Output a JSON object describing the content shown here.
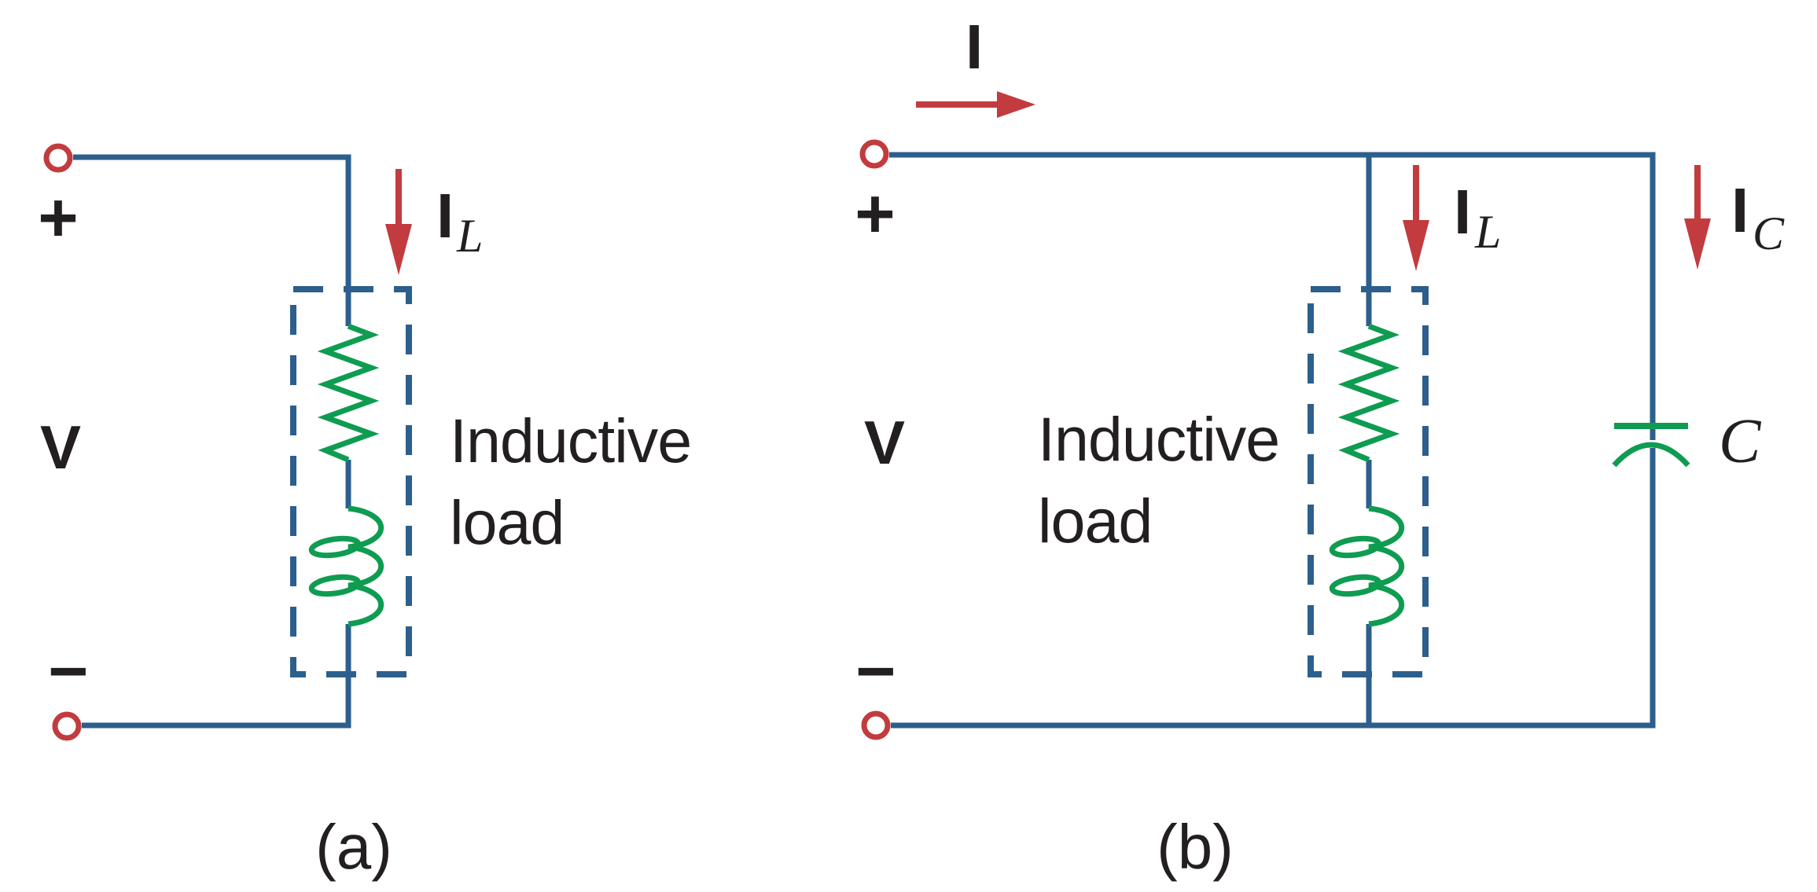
{
  "colors": {
    "wire": "#2C5F8D",
    "component": "#0E9C51",
    "arrow": "#C23B3E",
    "terminal": "#C23B3E",
    "text": "#231F20",
    "background": "#FFFFFF"
  },
  "circuit_a": {
    "caption": "(a)",
    "source_label": "V",
    "plus": "+",
    "minus": "−",
    "load_current_symbol": "I",
    "load_current_subscript": "L",
    "load_label_line1": "Inductive",
    "load_label_line2": "load"
  },
  "circuit_b": {
    "caption": "(b)",
    "source_label": "V",
    "plus": "+",
    "minus": "−",
    "supply_current_symbol": "I",
    "load_current_symbol": "I",
    "load_current_subscript": "L",
    "capacitor_current_symbol": "I",
    "capacitor_current_subscript": "C",
    "capacitor_label": "C",
    "load_label_line1": "Inductive",
    "load_label_line2": "load"
  }
}
